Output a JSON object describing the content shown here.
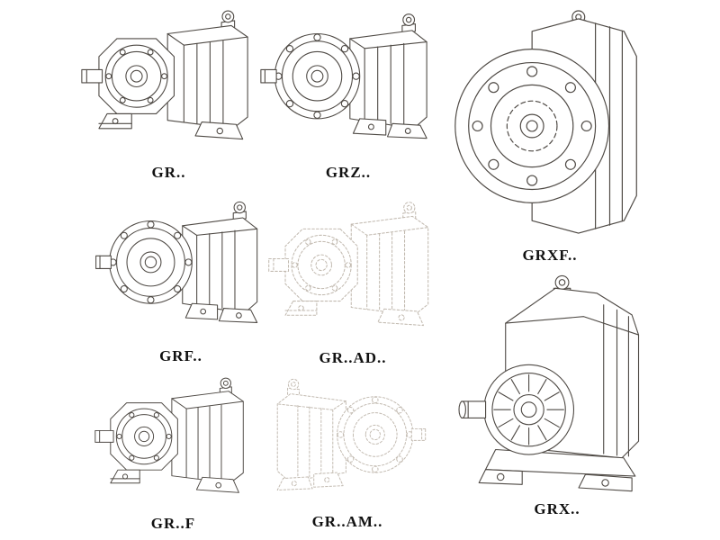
{
  "figures": {
    "gr": {
      "label": "GR.."
    },
    "grz": {
      "label": "GRZ.."
    },
    "grxf": {
      "label": "GRXF.."
    },
    "grf": {
      "label": "GRF.."
    },
    "grad": {
      "label": "GR..AD.."
    },
    "grfoot": {
      "label": "GR..F"
    },
    "gram": {
      "label": "GR..AM.."
    },
    "grx": {
      "label": "GRX.."
    }
  },
  "colors": {
    "line": "#4f4a45",
    "ghost": "#c2bab0",
    "label": "#111111",
    "background": "#ffffff"
  }
}
